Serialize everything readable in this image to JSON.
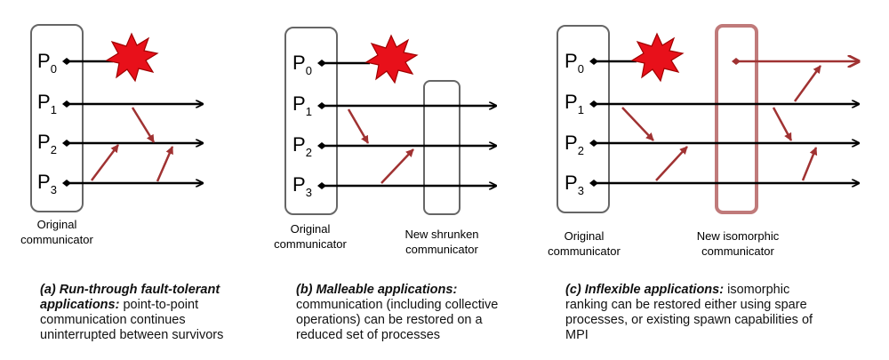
{
  "panels": [
    {
      "id": "a",
      "processes": [
        {
          "base": "P",
          "sub": "0"
        },
        {
          "base": "P",
          "sub": "1"
        },
        {
          "base": "P",
          "sub": "2"
        },
        {
          "base": "P",
          "sub": "3"
        }
      ],
      "labels": {
        "original_line1": "Original",
        "original_line2": "communicator"
      },
      "caption": {
        "lead": "(a) Run-through fault-tolerant applications:",
        "body": " point-to-point communication continues uninterrupted between survivors"
      }
    },
    {
      "id": "b",
      "processes": [
        {
          "base": "P",
          "sub": "0"
        },
        {
          "base": "P",
          "sub": "1"
        },
        {
          "base": "P",
          "sub": "2"
        },
        {
          "base": "P",
          "sub": "3"
        }
      ],
      "labels": {
        "original_line1": "Original",
        "original_line2": "communicator",
        "new_line1": "New shrunken",
        "new_line2": "communicator"
      },
      "caption": {
        "lead": "(b) Malleable applications:",
        "body": " communication (including collective operations) can be restored on a reduced set of processes"
      }
    },
    {
      "id": "c",
      "processes": [
        {
          "base": "P",
          "sub": "0"
        },
        {
          "base": "P",
          "sub": "1"
        },
        {
          "base": "P",
          "sub": "2"
        },
        {
          "base": "P",
          "sub": "3"
        }
      ],
      "labels": {
        "original_line1": "Original",
        "original_line2": "communicator",
        "new_line1": "New isomorphic",
        "new_line2": "communicator"
      },
      "caption": {
        "lead": "(c) Inflexible applications:",
        "body": " isomorphic ranking can be restored either using spare processes, or existing spawn capabilities of MPI"
      }
    }
  ],
  "colors": {
    "timeline": "#000000",
    "message_arrow": "#a03232",
    "communicator_border": "#666666",
    "isomorphic_border": "#c07a7a",
    "failure_burst_fill": "#e8101a",
    "failure_burst_stroke": "#a00000"
  },
  "icons": {
    "failure": "failure-burst-icon"
  }
}
